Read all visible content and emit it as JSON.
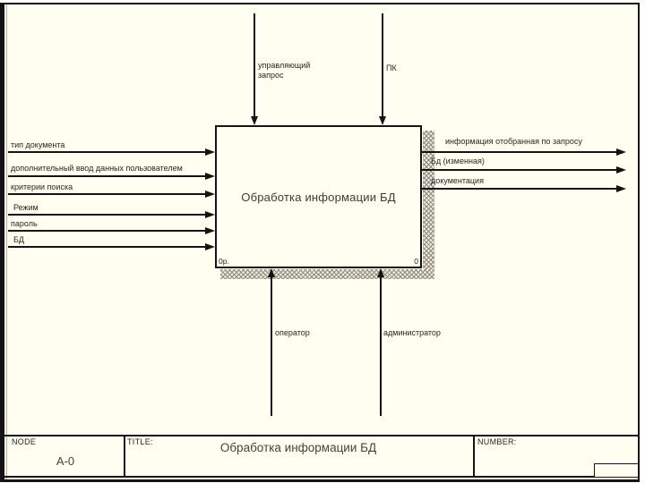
{
  "palette": {
    "page_bg": "#fffef0",
    "line": "#141414",
    "text": "#26261f",
    "hatch": "#8f8d82"
  },
  "diagram": {
    "box": {
      "title": "Обработка информации БД",
      "cost": "0р.",
      "number": "0"
    },
    "controls": [
      {
        "label": "управляющий запрос"
      },
      {
        "label": "ПК"
      }
    ],
    "inputs": [
      {
        "label": "тип документа"
      },
      {
        "label": "дополнительный ввод  данных пользователем"
      },
      {
        "label": "критерии поиска"
      },
      {
        "label": "Режим"
      },
      {
        "label": "пароль"
      },
      {
        "label": "БД"
      }
    ],
    "outputs": [
      {
        "label": "информация отобранная по запросу"
      },
      {
        "label": "Бд (изменная)"
      },
      {
        "label": "документация"
      }
    ],
    "mechanisms": [
      {
        "label": "оператор"
      },
      {
        "label": "администратор"
      }
    ]
  },
  "title_bar": {
    "node_label": "NODE",
    "node_value": "A-0",
    "title_label": "TITLE:",
    "title_value": "Обработка информации БД",
    "number_label": "NUMBER:"
  }
}
